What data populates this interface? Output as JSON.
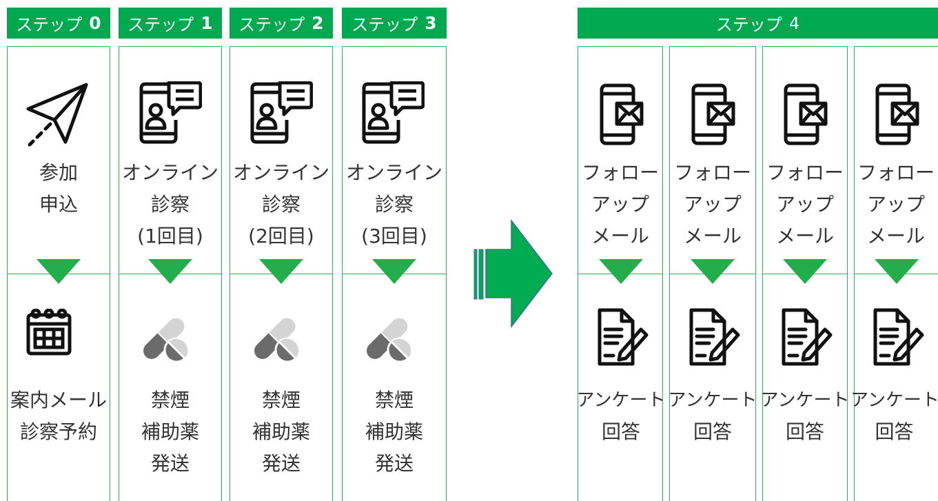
{
  "headers": [
    {
      "label": "ステップ",
      "num": "0"
    },
    {
      "label": "ステップ",
      "num": "1"
    },
    {
      "label": "ステップ",
      "num": "2"
    },
    {
      "label": "ステップ",
      "num": "3"
    },
    {
      "label": "ステップ",
      "num": "4"
    }
  ],
  "steps": [
    {
      "top": [
        "参加",
        "申込"
      ],
      "bottom": [
        "案内メール",
        "診察予約"
      ]
    },
    {
      "top": [
        "オンライン",
        "診察",
        "(1回目)"
      ],
      "bottom": [
        "禁煙",
        "補助薬",
        "発送"
      ]
    },
    {
      "top": [
        "オンライン",
        "診察",
        "(2回目)"
      ],
      "bottom": [
        "禁煙",
        "補助薬",
        "発送"
      ]
    },
    {
      "top": [
        "オンライン",
        "診察",
        "(3回目)"
      ],
      "bottom": [
        "禁煙",
        "補助薬",
        "発送"
      ]
    }
  ],
  "followups": [
    {
      "top": [
        "フォロー",
        "アップ",
        "メール"
      ],
      "bottom": [
        "アンケート",
        "回答"
      ]
    },
    {
      "top": [
        "フォロー",
        "アップ",
        "メール"
      ],
      "bottom": [
        "アンケート",
        "回答"
      ]
    },
    {
      "top": [
        "フォロー",
        "アップ",
        "メール"
      ],
      "bottom": [
        "アンケート",
        "回答"
      ]
    },
    {
      "top": [
        "フォロー",
        "アップ",
        "メール"
      ],
      "bottom": [
        "アンケート",
        "回答"
      ]
    }
  ],
  "icons": {
    "step0_top": "paper-plane-icon",
    "step0_bottom": "calendar-icon",
    "steps_top": "phone-chat-icon",
    "steps_bottom": "pill-capsule-icon",
    "followup_top": "phone-mail-icon",
    "followup_bottom": "document-pen-icon",
    "transition": "right-arrow-icon"
  },
  "colors": {
    "green": "#00a94f",
    "arrow": "#00ac4f",
    "arrow_outline": "#3b6fa8",
    "pill_dark": "#6b6b6b",
    "pill_light": "#d4d4d4"
  }
}
